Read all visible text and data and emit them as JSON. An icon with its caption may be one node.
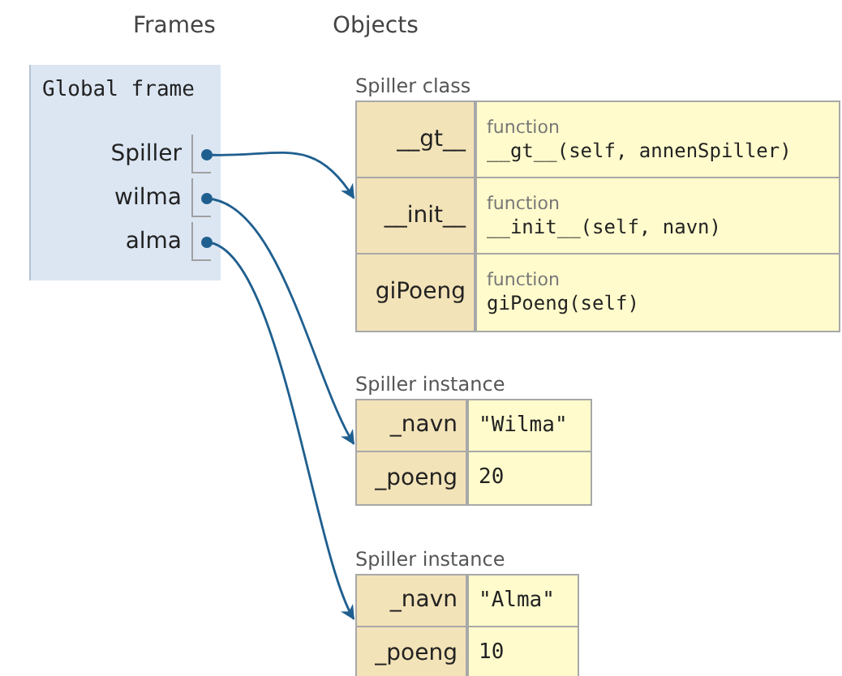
{
  "diagram": {
    "nodes": [
      {
        "text": [
          "Global frame"
        ]
      },
      {
        "text": [
          "Spiller"
        ],
        "in": 0
      },
      {
        "text": [
          "wilma"
        ],
        "in": 0
      },
      {
        "text": [
          "alma"
        ],
        "in": 0
      },
      {
        "text": [
          "Spiller class"
        ]
      },
      {
        "text": [
          "__gt__",
          "function",
          "__gt__(self, annenSpiller)"
        ],
        "in": 4
      },
      {
        "text": [
          "__init__",
          "function",
          "__init__(self, navn)"
        ],
        "in": 4
      },
      {
        "text": [
          "giPoeng",
          "function",
          "giPoeng(self)"
        ],
        "in": 4
      },
      {
        "text": [
          "Spiller instance"
        ]
      },
      {
        "text": [
          "_navn",
          "\"Wilma\""
        ],
        "in": 8
      },
      {
        "text": [
          "_poeng",
          "20"
        ],
        "in": 8
      },
      {
        "text": [
          "Spiller instance"
        ]
      },
      {
        "text": [
          "_navn",
          "\"Alma\""
        ],
        "in": 11
      },
      {
        "text": [
          "_poeng",
          "10"
        ],
        "in": 11
      }
    ],
    "edges": [
      {
        "from": 1,
        "to": 4,
        "arrow": "to"
      },
      {
        "from": 2,
        "to": 8,
        "arrow": "to"
      },
      {
        "from": 3,
        "to": 11,
        "arrow": "to"
      }
    ],
    "labels": [
      "Frames",
      "Objects"
    ]
  }
}
